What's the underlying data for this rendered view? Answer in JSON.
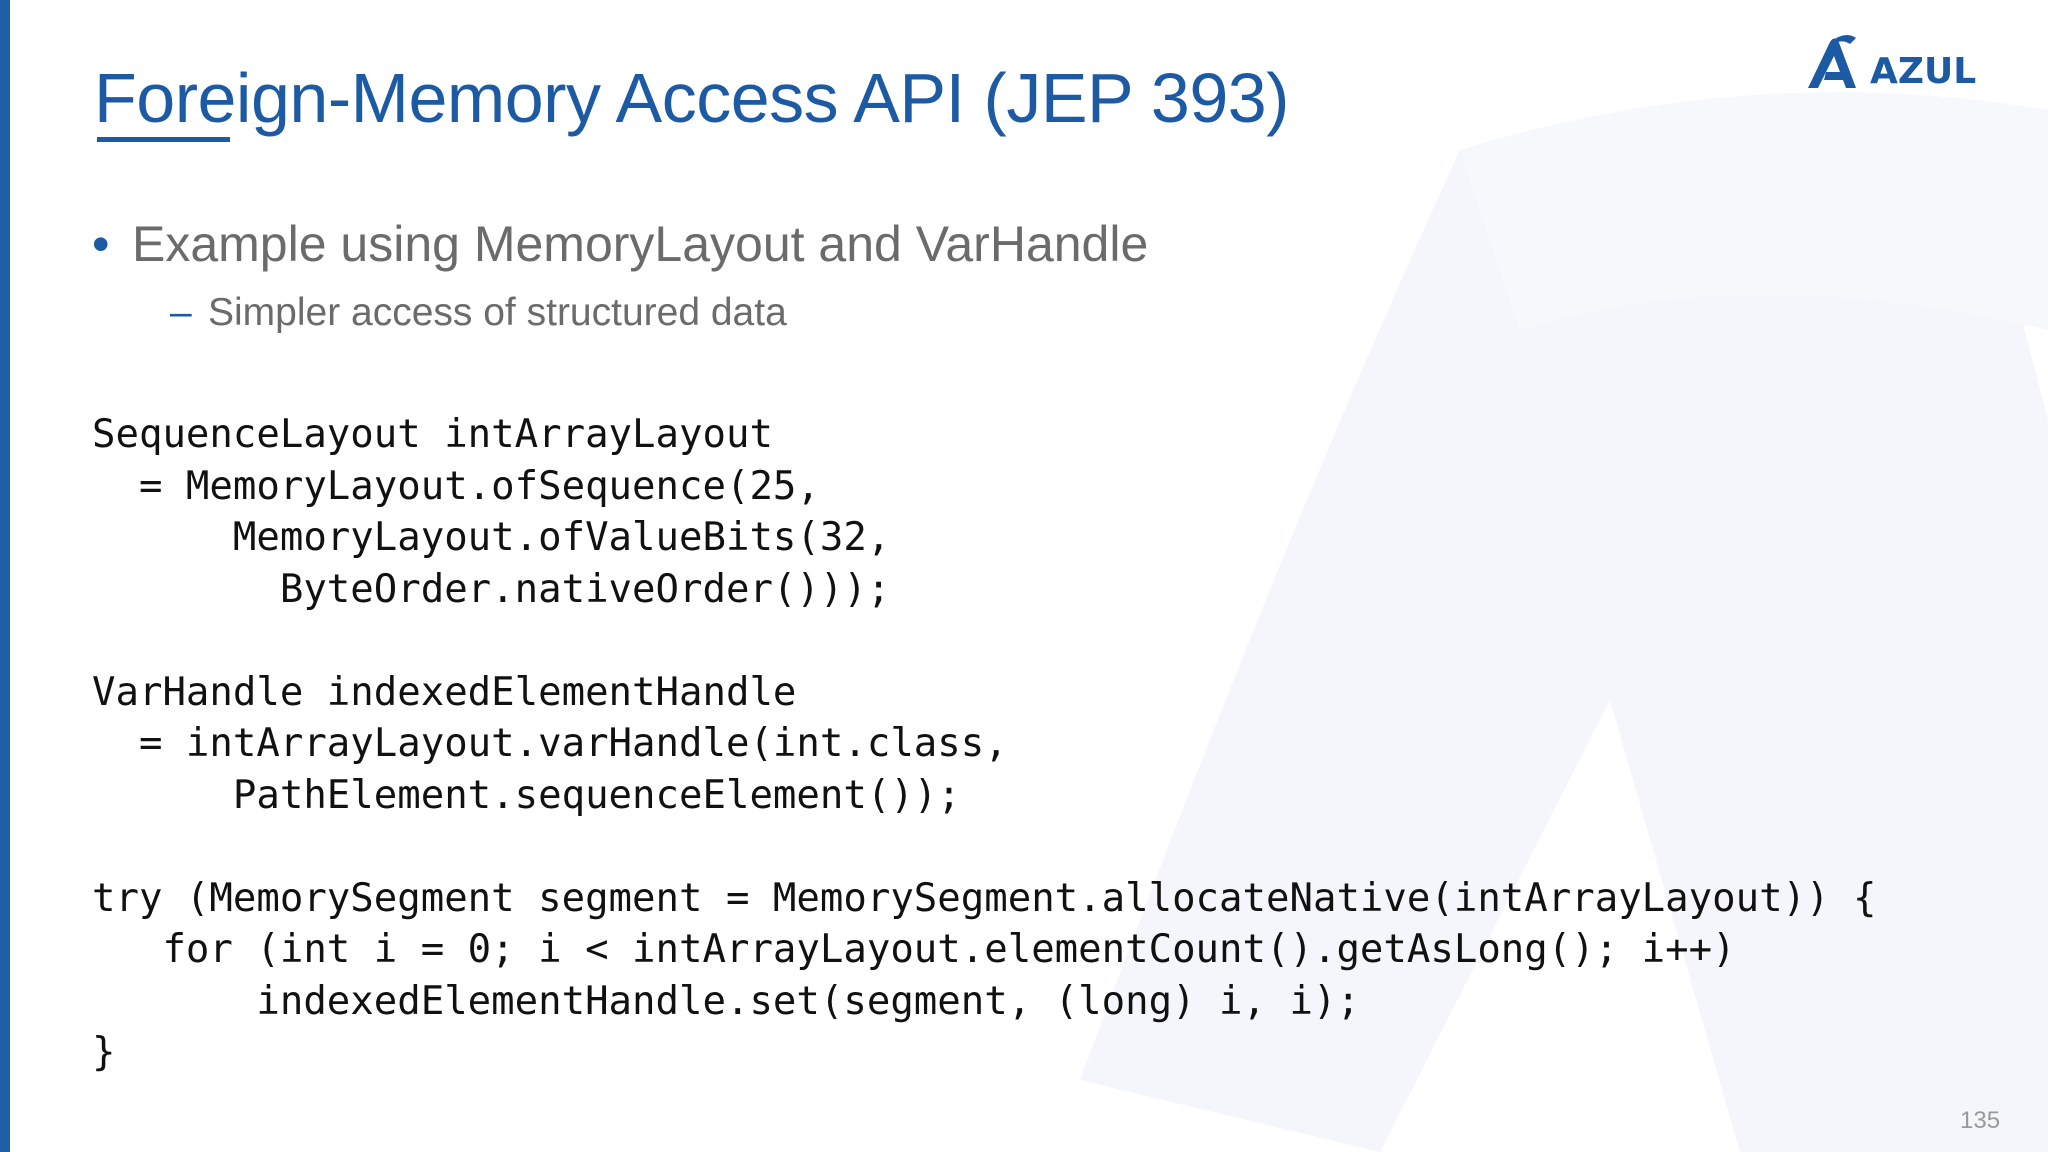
{
  "slide": {
    "title": "Foreign-Memory Access API (JEP 393)",
    "logo_text": "AZUL",
    "bullet": "Example using MemoryLayout and VarHandle",
    "sub_bullet": "Simpler access of structured data",
    "bullet_marker": "•",
    "sub_bullet_marker": "–",
    "code_lines": [
      "SequenceLayout intArrayLayout",
      "  = MemoryLayout.ofSequence(25,",
      "      MemoryLayout.ofValueBits(32,",
      "        ByteOrder.nativeOrder()));",
      "",
      "VarHandle indexedElementHandle",
      "  = intArrayLayout.varHandle(int.class,",
      "      PathElement.sequenceElement());",
      "",
      "try (MemorySegment segment = MemorySegment.allocateNative(intArrayLayout)) {",
      "   for (int i = 0; i < intArrayLayout.elementCount().getAsLong(); i++)",
      "       indexedElementHandle.set(segment, (long) i, i);",
      "}"
    ],
    "page_number": "135"
  },
  "colors": {
    "accent": "#1c5aa3",
    "left_bar": "#1f5fa8",
    "body_text": "#6b6b6b",
    "code_text": "#111111",
    "page_number": "#9a9a9a"
  },
  "icons": {
    "logo": "azul-logo-icon",
    "watermark": "azul-watermark-icon"
  }
}
